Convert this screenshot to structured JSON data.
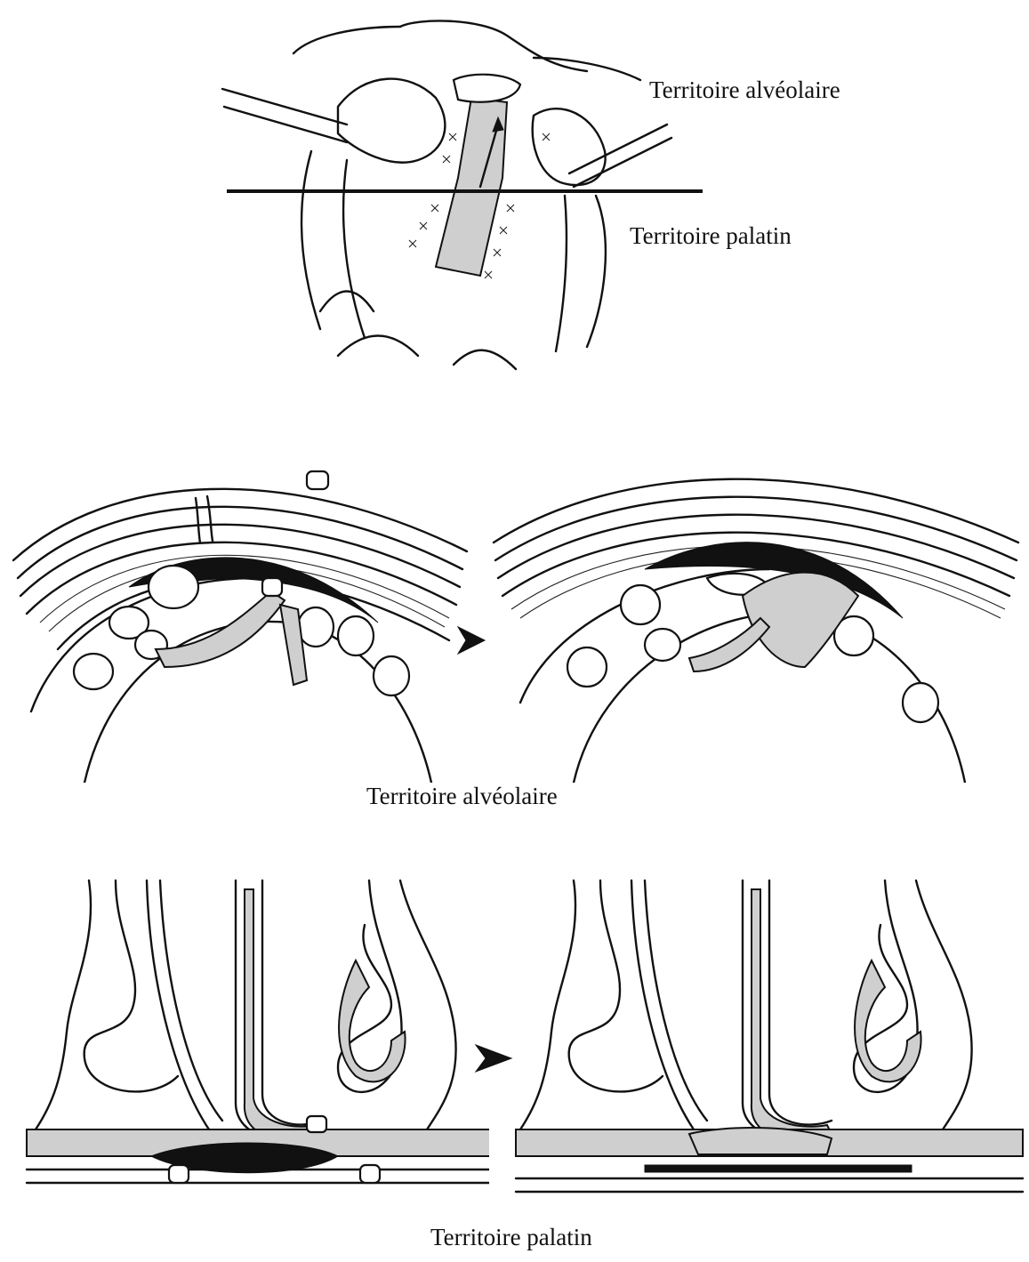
{
  "labels": {
    "top_alveolar": "Territoire alvéolaire",
    "top_palatal": "Territoire palatin",
    "middle_caption": "Territoire alvéolaire",
    "bottom_caption": "Territoire palatin"
  },
  "colors": {
    "ink": "#111111",
    "stipple": "#cfcfcf",
    "background": "#ffffff"
  }
}
